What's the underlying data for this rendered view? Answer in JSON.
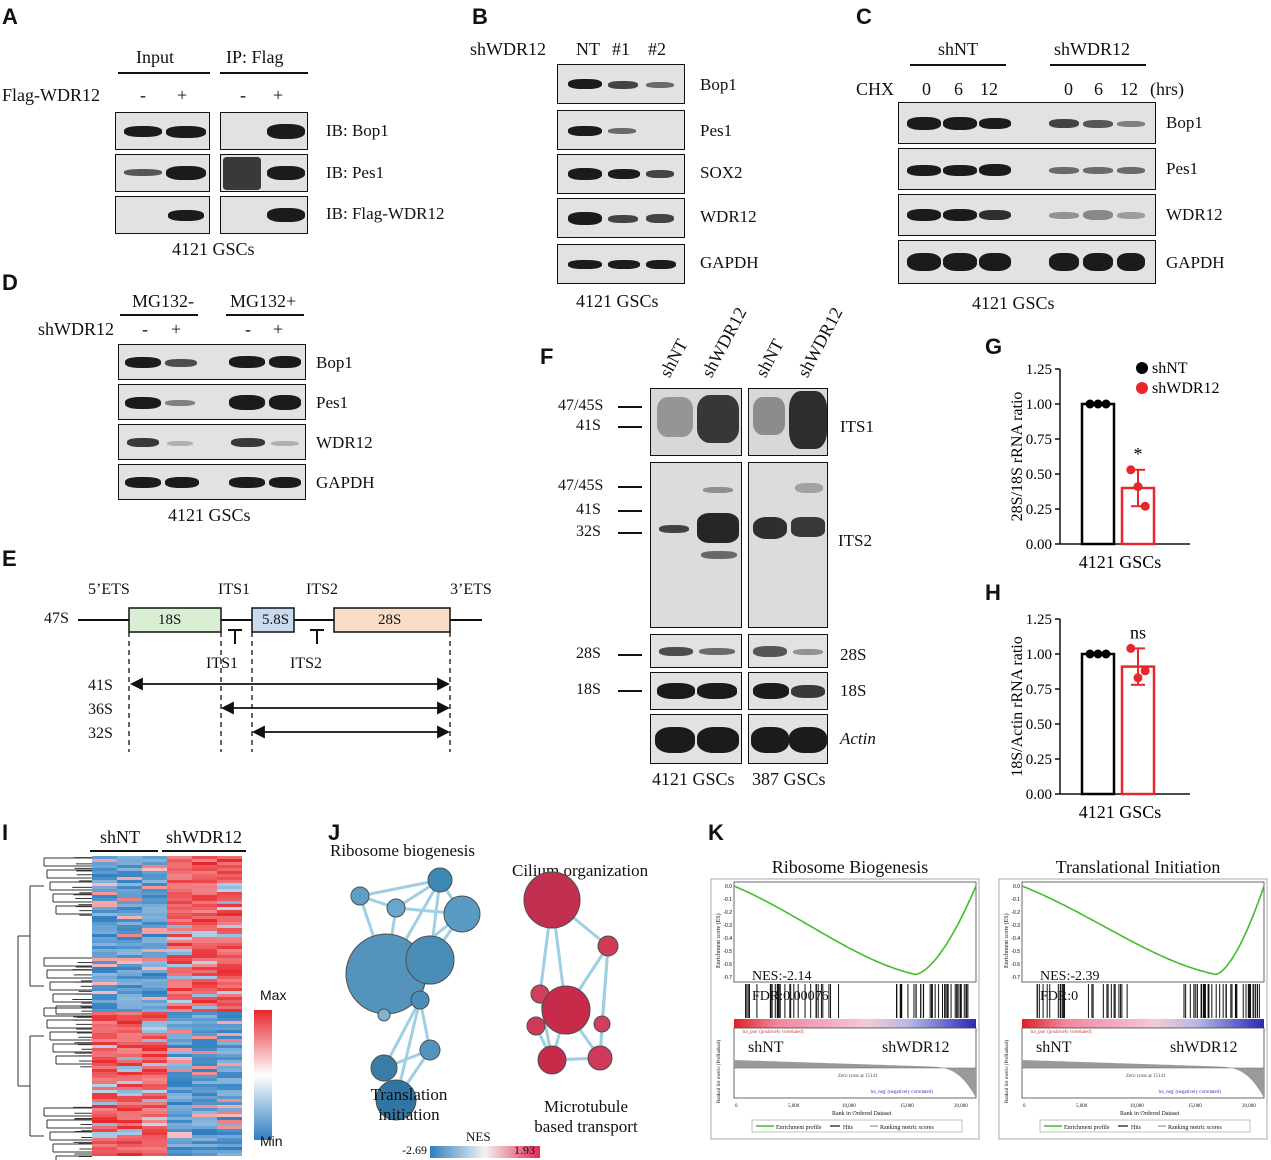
{
  "panels": {
    "A": "A",
    "B": "B",
    "C": "C",
    "D": "D",
    "E": "E",
    "F": "F",
    "G": "G",
    "H": "H",
    "I": "I",
    "J": "J",
    "K": "K"
  },
  "A": {
    "input": "Input",
    "ip": "IP: Flag",
    "flag": "Flag-WDR12",
    "minus": "-",
    "plus": "+",
    "ib_bop1": "IB: Bop1",
    "ib_pes1": "IB: Pes1",
    "ib_flag": "IB: Flag-WDR12",
    "caption": "4121 GSCs"
  },
  "B": {
    "shwdr12": "shWDR12",
    "nt": "NT",
    "c1": "#1",
    "c2": "#2",
    "bop1": "Bop1",
    "pes1": "Pes1",
    "sox2": "SOX2",
    "wdr12": "WDR12",
    "gapdh": "GAPDH",
    "caption": "4121 GSCs"
  },
  "C": {
    "shnt": "shNT",
    "shwdr12": "shWDR12",
    "chx": "CHX",
    "t0": "0",
    "t6": "6",
    "t12": "12",
    "hrs": "(hrs)",
    "bop1": "Bop1",
    "pes1": "Pes1",
    "wdr12": "WDR12",
    "gapdh": "GAPDH",
    "caption": "4121 GSCs"
  },
  "D": {
    "mgminus": "MG132-",
    "mgplus": "MG132+",
    "shwdr12": "shWDR12",
    "minus": "-",
    "plus": "+",
    "bop1": "Bop1",
    "pes1": "Pes1",
    "wdr12": "WDR12",
    "gapdh": "GAPDH",
    "caption": "4121 GSCs"
  },
  "E": {
    "ets5": "5’ETS",
    "its1": "ITS1",
    "its2": "ITS2",
    "ets3": "3’ETS",
    "s47": "47S",
    "s18": "18S",
    "s58": "5.8S",
    "s28": "28S",
    "p1": "ITS1",
    "p2": "ITS2",
    "s41": "41S",
    "s36": "36S",
    "s32": "32S"
  },
  "F": {
    "shnt": "shNT",
    "shwdr12": "shWDR12",
    "m4745": "47/45S",
    "m41": "41S",
    "m4745b": "47/45S",
    "m41b": "41S",
    "m32": "32S",
    "m28": "28S",
    "m18": "18S",
    "its1": "ITS1",
    "its2": "ITS2",
    "r28": "28S",
    "r18": "18S",
    "actin": "Actin",
    "cap1": "4121 GSCs",
    "cap2": "387 GSCs"
  },
  "K": {
    "title1": "Ribosome Biogenesis",
    "title2": "Translational Initiation",
    "nes1": "NES:-2.14",
    "fdr1": "FDR:0.00076",
    "nes2": "NES:-2.39",
    "fdr2": "FDR:0",
    "shnt": "shNT",
    "shwdr12": "shWDR12",
    "es": "Enrichment score (ES)",
    "rlm": "Ranked list metric (PreRanked)",
    "rank": "Rank in Ordered Dataset",
    "leg_profile": "Enrichment profile",
    "leg_hits": "Hits",
    "leg_metric": "Ranking metric scores",
    "pos": "'na_pos' (positively correlated)",
    "neg": "'na_neg' (negatively correlated)",
    "zero": "Zero cross at 15141",
    "x0": "0",
    "x1": "5,000",
    "x2": "10,000",
    "x3": "15,000",
    "x4": "20,000"
  },
  "I": {
    "shnt": "shNT",
    "shwdr12": "shWDR12",
    "max": "Max",
    "min": "Min"
  },
  "J": {
    "rb": "Ribosome biogenesis",
    "ti1": "Translation",
    "ti2": "initiation",
    "co": "Cilium organization",
    "mt1": "Microtubule",
    "mt2": "based transport",
    "nes": "NES",
    "lo": "-2.69",
    "hi": "1.93"
  },
  "colors": {
    "shnt": "#000000",
    "shwdr12": "#e8262b",
    "bar_wdr": "#e8262b",
    "heat_red": "#e8262b",
    "heat_blue": "#2f7fc1",
    "gsea_line": "#3fbf2a",
    "net_blue": "#3e86ad",
    "net_red": "#c72b49"
  },
  "chart_data": [
    {
      "type": "bar",
      "categories": [
        "4121 GSCs"
      ],
      "series": [
        {
          "name": "shNT",
          "values": [
            1.0
          ],
          "points": [
            1.0,
            1.0,
            1.0
          ]
        },
        {
          "name": "shWDR12",
          "values": [
            0.4
          ],
          "points": [
            0.53,
            0.41,
            0.27
          ]
        }
      ],
      "ylabel": "28S/18S rRNA ratio",
      "yticks": [
        "0.00",
        "0.25",
        "0.50",
        "0.75",
        "1.00",
        "1.25"
      ],
      "ylim": [
        0,
        1.25
      ],
      "annotation": "*"
    },
    {
      "type": "bar",
      "categories": [
        "4121 GSCs"
      ],
      "series": [
        {
          "name": "shNT",
          "values": [
            1.0
          ],
          "points": [
            1.0,
            1.0,
            1.0
          ]
        },
        {
          "name": "shWDR12",
          "values": [
            0.91
          ],
          "points": [
            1.04,
            0.83,
            0.88
          ]
        }
      ],
      "ylabel": "18S/Actin rRNA ratio",
      "yticks": [
        "0.00",
        "0.25",
        "0.50",
        "0.75",
        "1.00",
        "1.25"
      ],
      "ylim": [
        0,
        1.25
      ],
      "annotation": "ns"
    }
  ]
}
